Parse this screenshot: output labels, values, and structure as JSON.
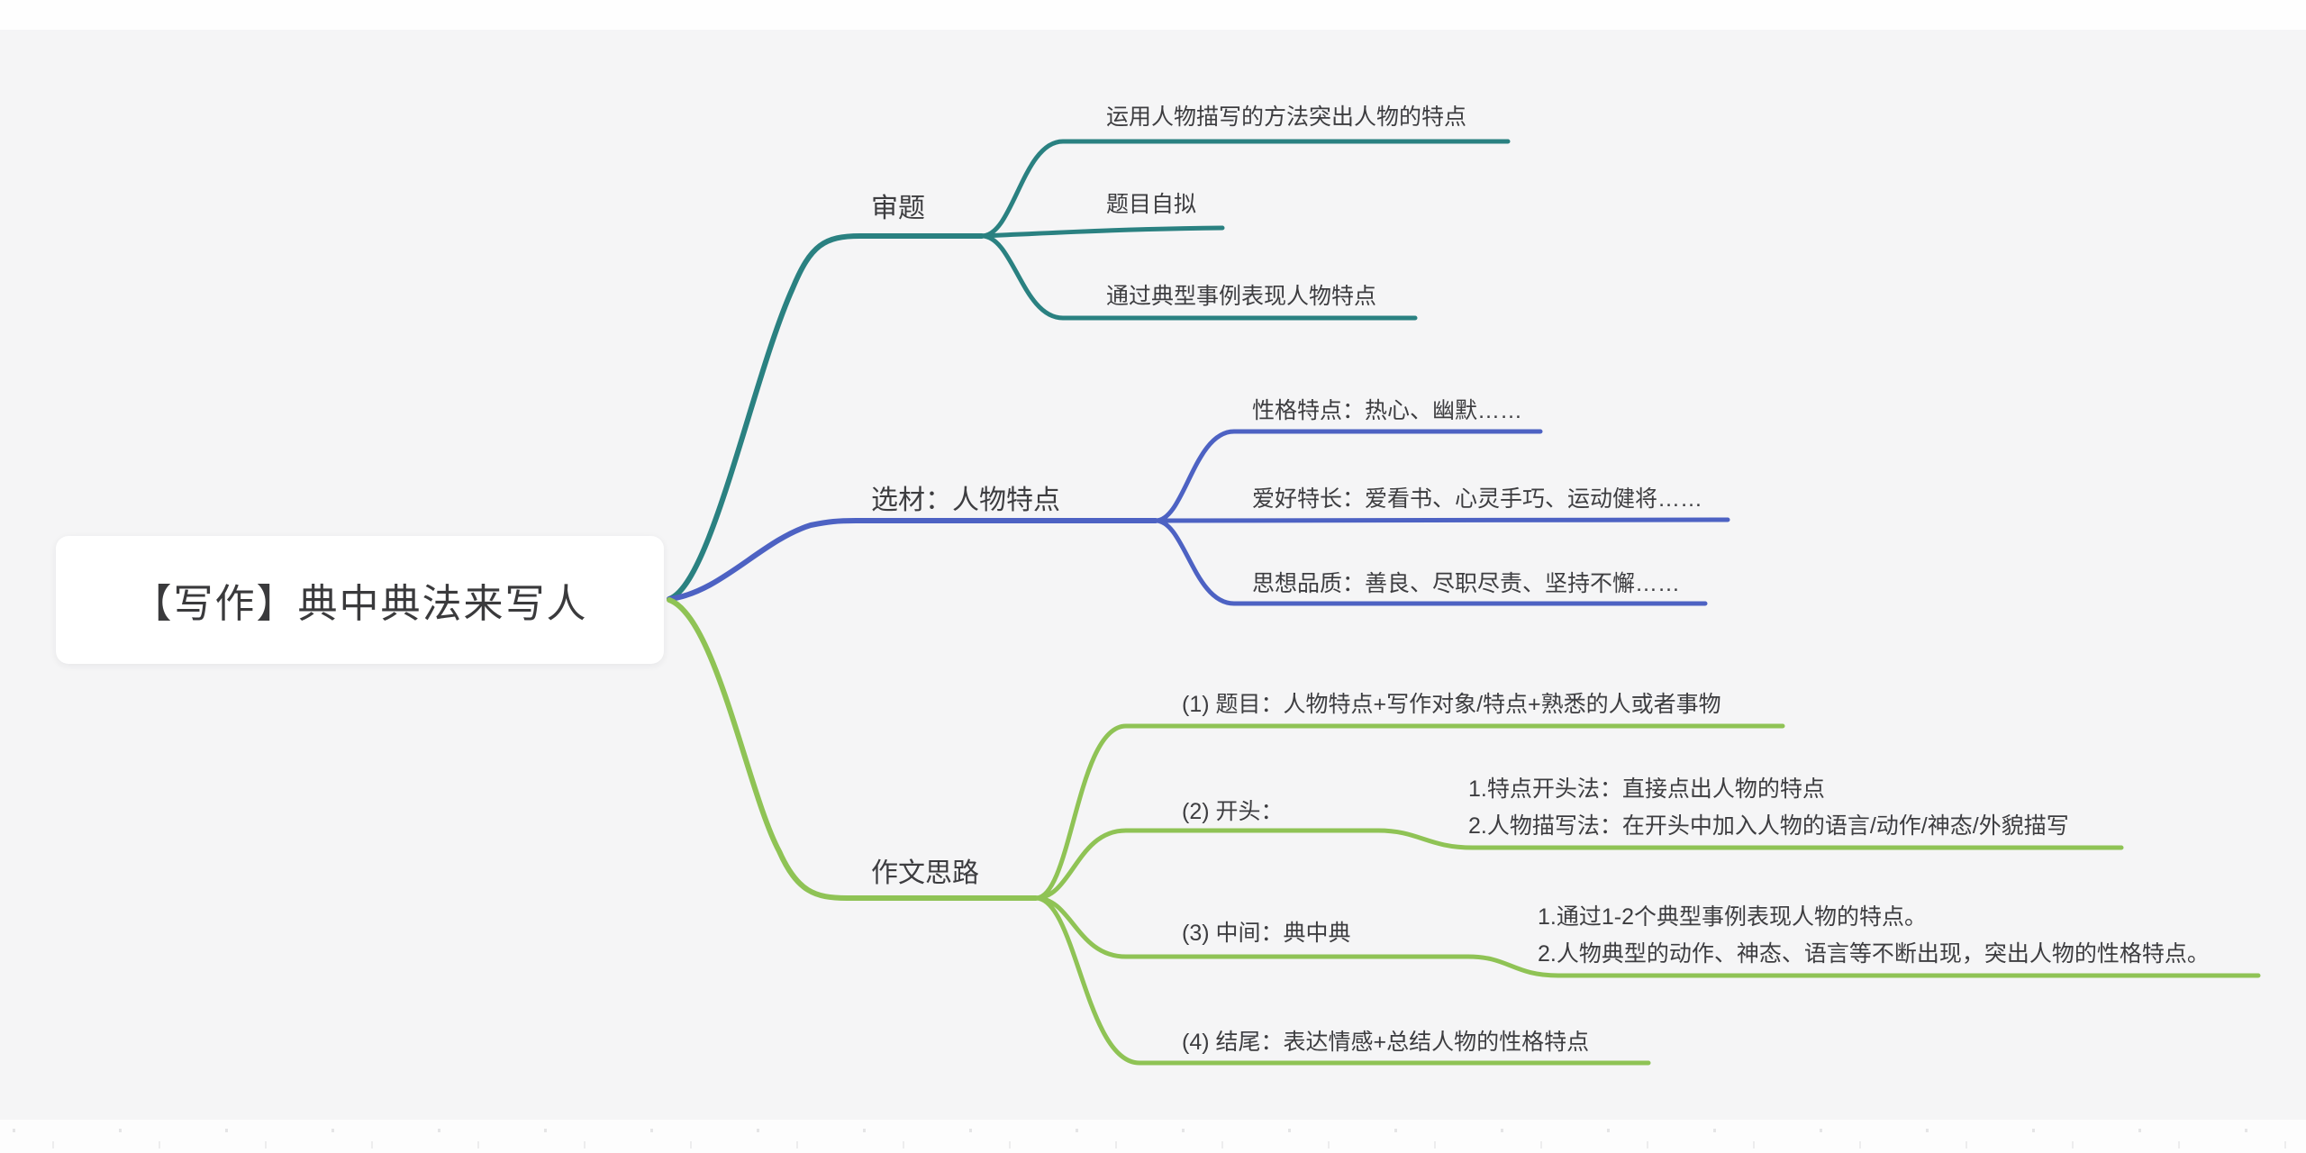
{
  "root": {
    "label": "【写作】典中典法来写人"
  },
  "branches": [
    {
      "id": "shenti",
      "label": "审题",
      "color": "#2a8181",
      "children": [
        {
          "label": "运用人物描写的方法突出人物的特点"
        },
        {
          "label": "题目自拟"
        },
        {
          "label": "通过典型事例表现人物特点"
        }
      ]
    },
    {
      "id": "xuancai",
      "label": "选材：人物特点",
      "color": "#4d62c3",
      "children": [
        {
          "label": "性格特点：热心、幽默……"
        },
        {
          "label": "爱好特长：爱看书、心灵手巧、运动健将……"
        },
        {
          "label": "思想品质：善良、尽职尽责、坚持不懈……"
        }
      ]
    },
    {
      "id": "zuowensilu",
      "label": "作文思路",
      "color": "#8fc355",
      "children": [
        {
          "label": "(1) 题目：人物特点+写作对象/特点+熟悉的人或者事物"
        },
        {
          "label": "(2) 开头：",
          "notes": [
            "1.特点开头法：直接点出人物的特点",
            "2.人物描写法：在开头中加入人物的语言/动作/神态/外貌描写"
          ]
        },
        {
          "label": "(3) 中间：典中典",
          "notes": [
            "1.通过1-2个典型事例表现人物的特点。",
            "2.人物典型的动作、神态、语言等不断出现，突出人物的性格特点。"
          ]
        },
        {
          "label": "(4) 结尾：表达情感+总结人物的性格特点"
        }
      ]
    }
  ],
  "colors": {
    "canvas": "#f5f5f6",
    "teal": "#2a8181",
    "blue": "#4d62c3",
    "green": "#8fc355",
    "text": "#3d3d40"
  }
}
